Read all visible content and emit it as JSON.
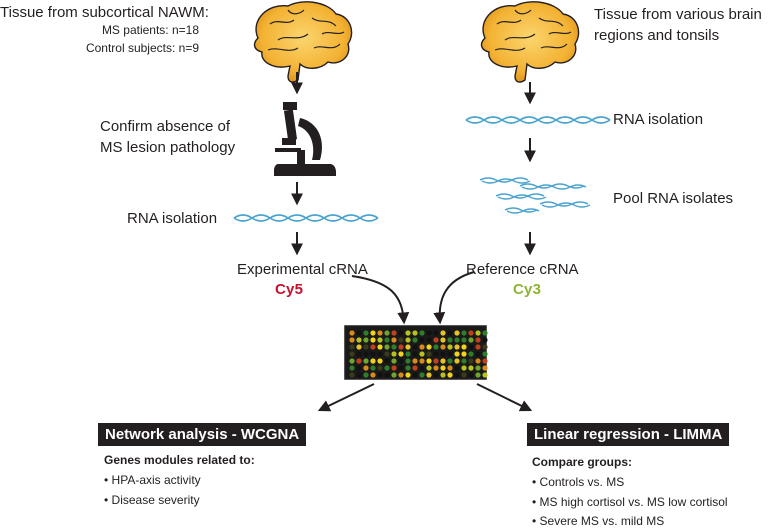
{
  "left": {
    "title": "Tissue from subcortical NAWM:",
    "ms_patients": "MS patients: n=18",
    "controls": "Control subjects: n=9",
    "confirm_line1": "Confirm absence of",
    "confirm_line2": "MS lesion pathology",
    "rna_isolation": "RNA isolation",
    "crna": "Experimental cRNA",
    "dye": "Cy5"
  },
  "right": {
    "title_line1": "Tissue from various brain",
    "title_line2": "regions and tonsils",
    "rna_isolation": "RNA isolation",
    "pool": "Pool RNA isolates",
    "crna": "Reference cRNA",
    "dye": "Cy3"
  },
  "wgcna": {
    "title": "Network analysis - WCGNA",
    "subtitle": "Genes modules related to:",
    "items": [
      "• HPA-axis activity",
      "• Disease severity"
    ]
  },
  "limma": {
    "title": "Linear regression - LIMMA",
    "subtitle": "Compare groups:",
    "items": [
      "• Controls vs. MS",
      "• MS high cortisol vs. MS low cortisol",
      "• Severe MS vs. mild MS"
    ]
  },
  "colors": {
    "cy5": "#c8102e",
    "cy3": "#8db531",
    "rna": "#4aa3cf",
    "brain": "#f3b233",
    "box": "#231f20"
  },
  "icons": [
    "brain-icon",
    "microscope-icon",
    "rna-strand-icon",
    "microarray-icon"
  ]
}
